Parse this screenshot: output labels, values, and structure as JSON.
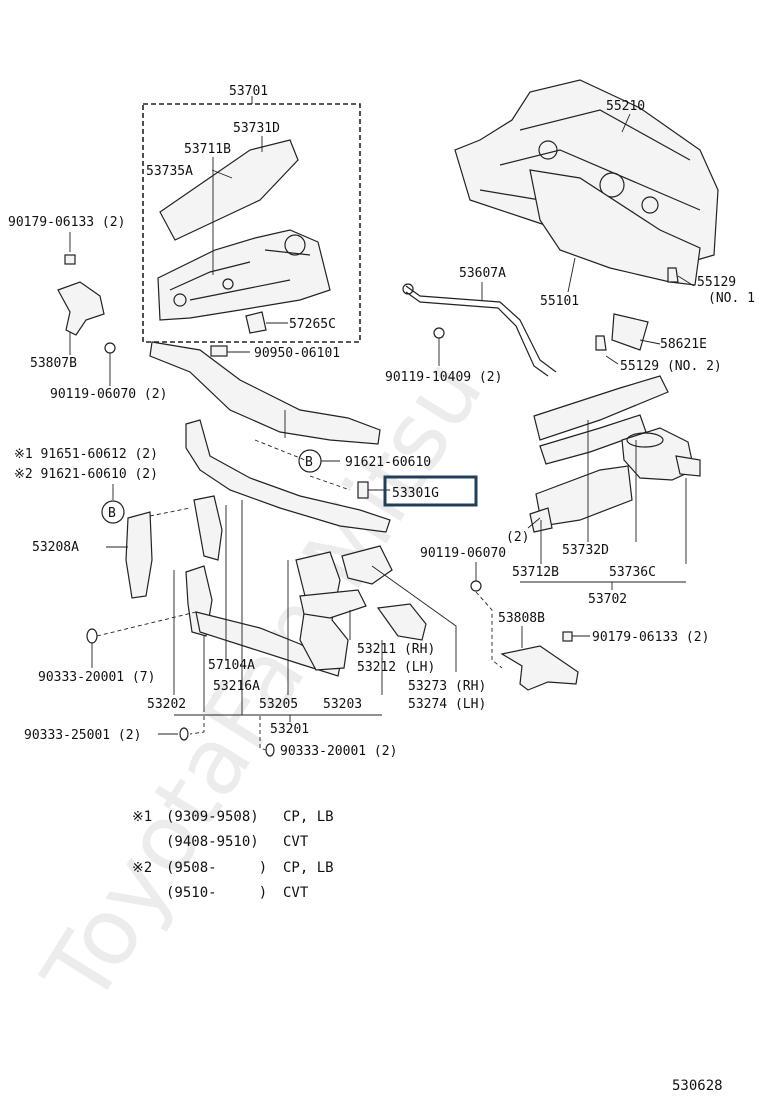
{
  "watermark": "ToyotaFan.Mitsu",
  "diagram_id": "530628",
  "highlighted_part": "53301G",
  "callouts": {
    "p53701": "53701",
    "p53731D": "53731D",
    "p53711B": "53711B",
    "p53735A": "53735A",
    "p90179a": "90179-06133 (2)",
    "p57265C": "57265C",
    "p53807B": "53807B",
    "p90119a": "90119-06070 (2)",
    "p90950": "90950-06101",
    "p55210": "55210",
    "p53607A": "53607A",
    "p55101": "55101",
    "p55129a": "55129",
    "p55129a_note": "(NO. 1",
    "p58621E": "58621E",
    "p55129b": "55129 (NO. 2)",
    "p90119b": "90119-10409 (2)",
    "mark1_91651": "※1 91651-60612 (2)",
    "mark2_91621": "※2 91621-60610 (2)",
    "p91621": "91621-60610",
    "p53301G": "53301G",
    "marker_b": "B",
    "p53208A": "53208A",
    "p90119c": "90119-06070",
    "p2": "(2)",
    "p53732D": "53732D",
    "p53712B": "53712B",
    "p53736C": "53736C",
    "p53702": "53702",
    "p53808B": "53808B",
    "p90179b": "90179-06133 (2)",
    "p90333a": "90333-20001 (7)",
    "p57104A": "57104A",
    "p53211": "53211 (RH)",
    "p53212": "53212 (LH)",
    "p53216A": "53216A",
    "p53273": "53273 (RH)",
    "p53274": "53274 (LH)",
    "p53202": "53202",
    "p53205": "53205",
    "p53203": "53203",
    "p53201": "53201",
    "p90333b": "90333-25001 (2)",
    "p90333c": "90333-20001 (2)"
  },
  "notes": [
    {
      "mark": "※1",
      "range": "(9309-9508)",
      "model": "CP, LB"
    },
    {
      "mark": "",
      "range": "(9408-9510)",
      "model": "CVT"
    },
    {
      "mark": "※2",
      "range": "(9508-     )",
      "model": "CP, LB"
    },
    {
      "mark": "",
      "range": "(9510-     )",
      "model": "CVT"
    }
  ]
}
